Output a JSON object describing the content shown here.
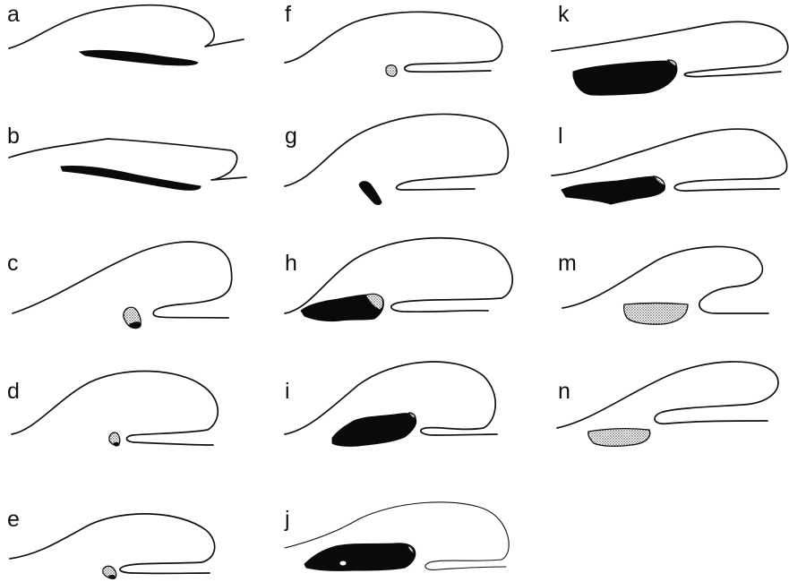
{
  "panels": [
    {
      "label": "a"
    },
    {
      "label": "b"
    },
    {
      "label": "c"
    },
    {
      "label": "d"
    },
    {
      "label": "e"
    },
    {
      "label": "f"
    },
    {
      "label": "g"
    },
    {
      "label": "h"
    },
    {
      "label": "i"
    },
    {
      "label": "j"
    },
    {
      "label": "k"
    },
    {
      "label": "l"
    },
    {
      "label": "m"
    },
    {
      "label": "n"
    }
  ],
  "colors": {
    "outline": "#111111",
    "solid_region": "#0a0a0a",
    "stippled_region": "dotted-gray"
  }
}
